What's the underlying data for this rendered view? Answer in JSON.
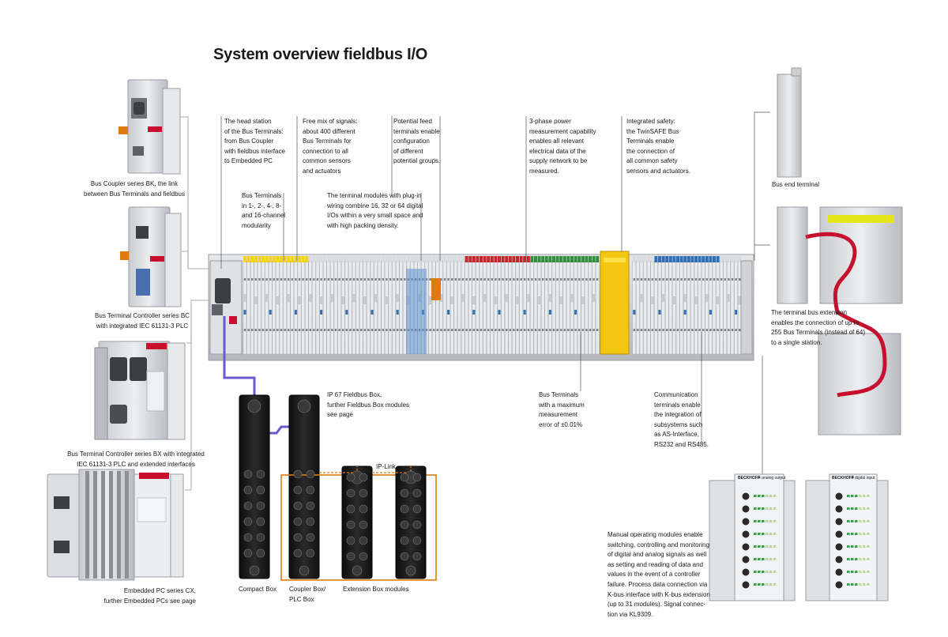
{
  "title": "System overview fieldbus I/O",
  "captions": {
    "bus_coupler_bk": "Bus Coupler series BK, the link\nbetween Bus Terminals and fieldbus",
    "bus_terminal_controller_bc": "Bus Terminal Controller series BC\nwith integrated IEC 61131-3 PLC",
    "bus_terminal_controller_bx": "Bus Terminal Controller series BX with integrated\nIEC 61131-3 PLC and extended interfaces",
    "embedded_pc_cx": "Embedded PC series CX,\nfurther Embedded PCs see page",
    "head_station": "The head station\nof the Bus Terminals:\nfrom Bus Coupler\nwith fieldbus interface\nto Embedded PC",
    "free_mix": "Free mix of signals:\nabout 400 different\nBus Terminals for\nconnection to all\ncommon sensors\nand actuators",
    "potential_feed": "Potential feed\nterminals enable\nconfiguration\nof different\npotential groups.",
    "three_phase": "3-phase power\nmeasurement capability\nenables all relevant\nelectrical data of the\nsupply network to be\nmeasured.",
    "integrated_safety": "Integrated safety:\nthe TwinSAFE Bus\nTerminals enable\nthe connection of\nall common safety\nsensors and actuators.",
    "bus_end_terminal": "Bus end terminal",
    "bus_terminals_modularity": "Bus Terminals\nin 1-, 2-, 4-, 8-\nand 16-channel\nmodularity",
    "plug_in_wiring": "The terminal modules with plug-in\nwiring combine 16, 32 or 64 digital\nI/Os within a very small space and\nwith high packing density.",
    "bus_extension": "The terminal bus extension\nenables the connection of up to\n255 Bus Terminals (instead of 64)\nto a single station.",
    "ip67_fieldbus_box": "IP 67 Fieldbus Box,\nfurther Fieldbus Box modules\nsee page",
    "measurement_error": "Bus Terminals\nwith a maximum\nmeasurement\nerror of ±0.01%",
    "communication_terminals": "Communication\nterminals enable\nthe integration of\nsubsystems such\nas AS-Interface,\nRS232 and RS485.",
    "ip_link": "IP-Link",
    "compact_box": "Compact Box",
    "coupler_box": "Coupler Box/\nPLC Box",
    "extension_box": "Extension Box modules",
    "manual_operating": "Manual operating modules enable\nswitching, controlling and monitoring\nof digital and analog signals as well\nas setting and reading of data and\nvalues in the event of a controller\nfailure. Process data connection via\nK-bus interface with K-bus extension\n(up to 31 modules). Signal connec-\ntion via KL9309."
  },
  "module_labels": {
    "brand": "BECKHOFF",
    "analog_output": "4 analog output",
    "digital_input": "4 digital input"
  },
  "colors": {
    "accent_orange": "#e07a10",
    "cable_red": "#c8102e",
    "cable_purple": "#6a5acd",
    "terminal_grey": "#d9dbdd",
    "terminal_yellow": "#f2d21b",
    "terminal_green": "#2f8f3a",
    "terminal_red": "#c4262e",
    "terminal_blue": "#2f6fb6",
    "box_black": "#1c1c1c"
  }
}
